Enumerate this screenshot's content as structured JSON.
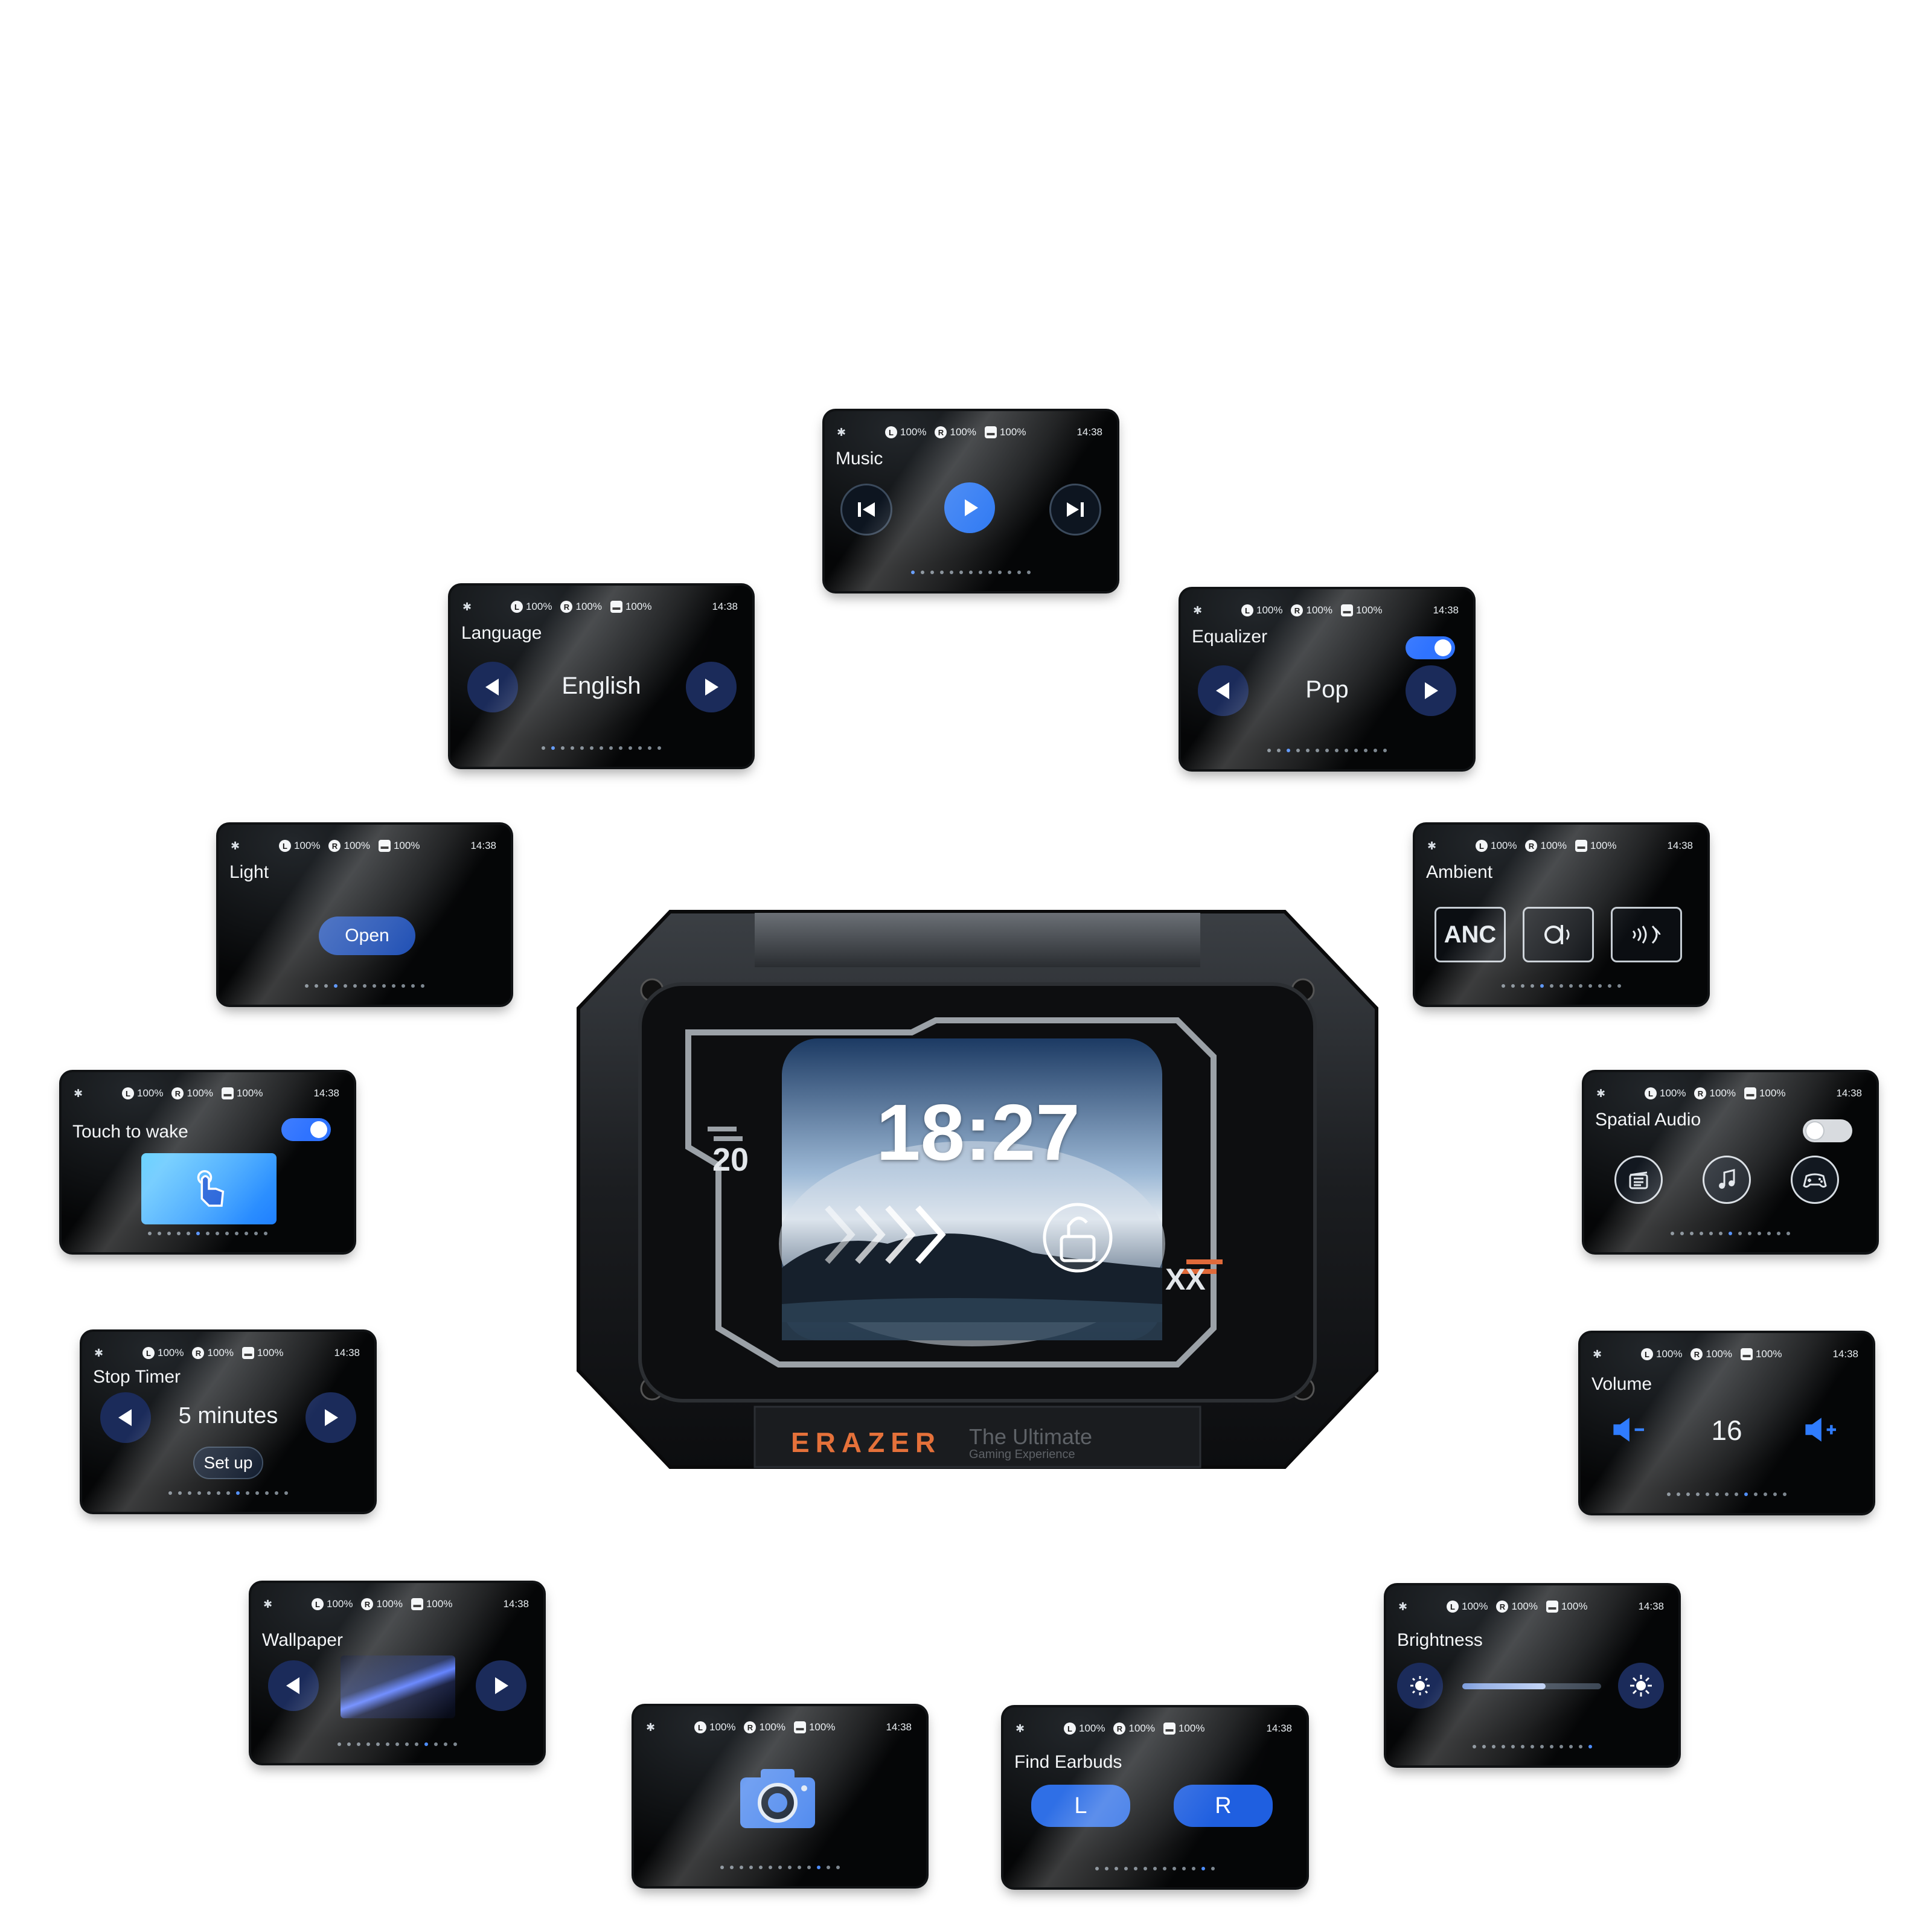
{
  "status": {
    "left_label": "L",
    "right_label": "R",
    "left": "100%",
    "right": "100%",
    "case": "100%",
    "time": "14:38"
  },
  "cards": {
    "music": {
      "title": "Music"
    },
    "language": {
      "title": "Language",
      "value": "English"
    },
    "equalizer": {
      "title": "Equalizer",
      "value": "Pop",
      "enabled": true
    },
    "light": {
      "title": "Light",
      "button": "Open"
    },
    "ambient": {
      "title": "Ambient",
      "modes": [
        "ANC",
        "",
        ""
      ]
    },
    "touch_to_wake": {
      "title": "Touch to wake",
      "enabled": true
    },
    "spatial_audio": {
      "title": "Spatial Audio",
      "enabled": false
    },
    "stop_timer": {
      "title": "Stop Timer",
      "value": "5 minutes",
      "button": "Set up"
    },
    "volume": {
      "title": "Volume",
      "value": "16"
    },
    "wallpaper": {
      "title": "Wallpaper"
    },
    "camera": {
      "title": ""
    },
    "find_earbuds": {
      "title": "Find Earbuds",
      "left": "L",
      "right": "R"
    },
    "brightness": {
      "title": "Brightness",
      "level": 0.6
    }
  },
  "device": {
    "clock": "18:27",
    "badge_left": "20",
    "badge_right": "XX",
    "brand": "ERAZER",
    "tagline_1": "The Ultimate",
    "tagline_2": "Gaming Experience"
  },
  "colors": {
    "accent": "#1f6ff2",
    "brand": "#e5713a",
    "screen_bg": "#050607"
  }
}
